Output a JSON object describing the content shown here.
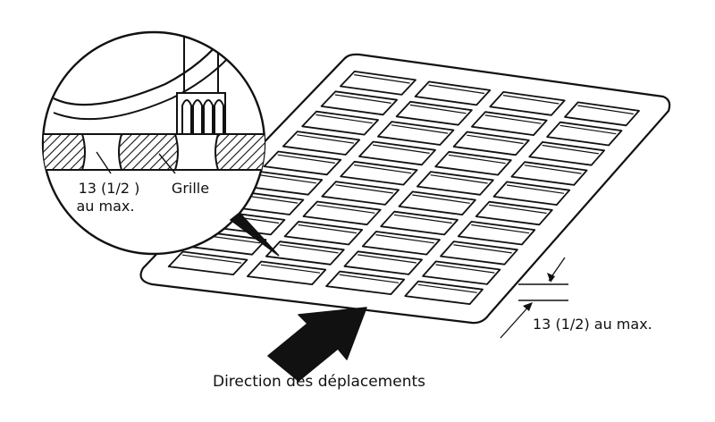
{
  "labels": {
    "detail_gap": "13 (1/2 )",
    "detail_max": "au max.",
    "grille": "Grille",
    "side_gap": "13 (1/2) au max.",
    "direction": "Direction des déplacements"
  },
  "grid": {
    "rows": 10,
    "cols": 4
  },
  "colors": {
    "ink": "#111111",
    "paper": "#ffffff"
  }
}
